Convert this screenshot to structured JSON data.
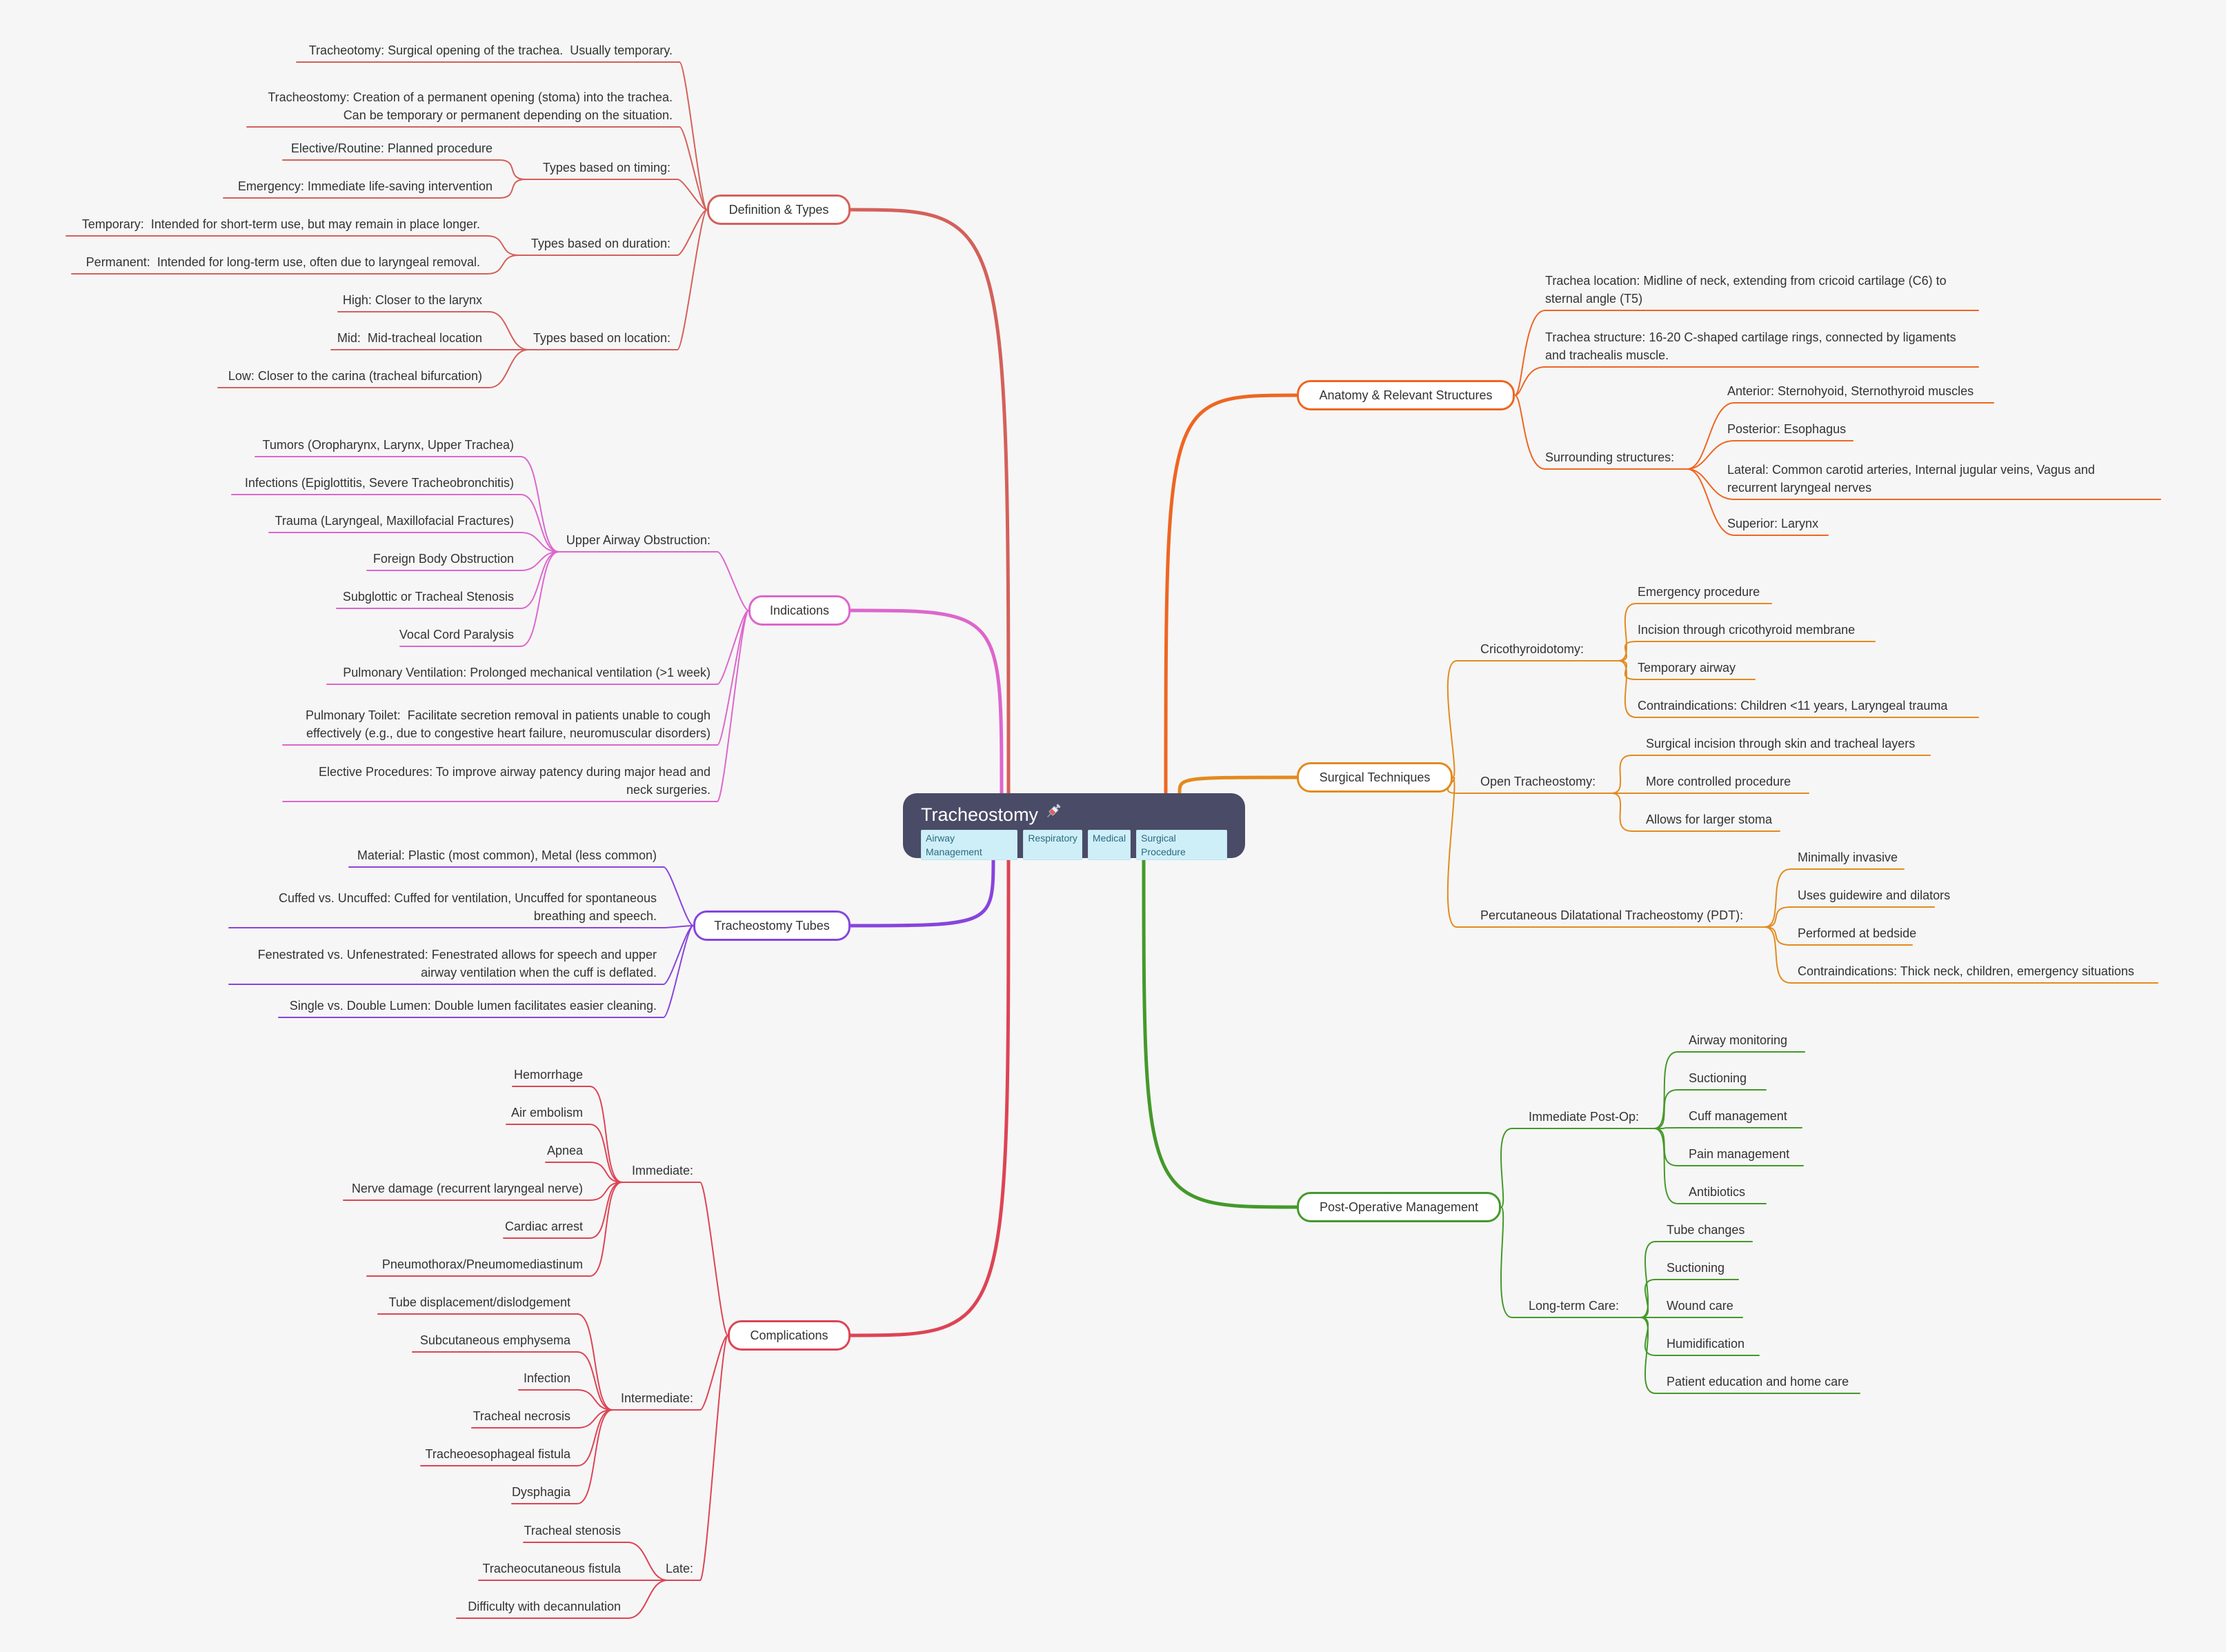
{
  "root": {
    "title": "Tracheostomy",
    "icon": "syringe-icon",
    "tags": [
      "Airway Management",
      "Respiratory",
      "Medical",
      "Surgical Procedure"
    ]
  },
  "branches": [
    {
      "id": "definition",
      "label": "Definition & Types",
      "color": "#d4605a",
      "children": [
        {
          "label": "Tracheotomy: Surgical opening of the trachea.  Usually temporary."
        },
        {
          "label": "Tracheostomy: Creation of a permanent opening (stoma) into the trachea.\nCan be temporary or permanent depending on the situation."
        },
        {
          "label": "Types based on timing:",
          "children": [
            {
              "label": "Elective/Routine: Planned procedure"
            },
            {
              "label": "Emergency: Immediate life-saving intervention"
            }
          ]
        },
        {
          "label": "Types based on duration:",
          "children": [
            {
              "label": "Temporary:  Intended for short-term use, but may remain in place longer."
            },
            {
              "label": "Permanent:  Intended for long-term use, often due to laryngeal removal."
            }
          ]
        },
        {
          "label": "Types based on location:",
          "children": [
            {
              "label": "High: Closer to the larynx"
            },
            {
              "label": "Mid:  Mid-tracheal location"
            },
            {
              "label": "Low: Closer to the carina (tracheal bifurcation)"
            }
          ]
        }
      ]
    },
    {
      "id": "indications",
      "label": "Indications",
      "color": "#dd66cc",
      "children": [
        {
          "label": "Upper Airway Obstruction:",
          "children": [
            {
              "label": "Tumors (Oropharynx, Larynx, Upper Trachea)"
            },
            {
              "label": "Infections (Epiglottitis, Severe Tracheobronchitis)"
            },
            {
              "label": "Trauma (Laryngeal, Maxillofacial Fractures)"
            },
            {
              "label": "Foreign Body Obstruction"
            },
            {
              "label": "Subglottic or Tracheal Stenosis"
            },
            {
              "label": "Vocal Cord Paralysis"
            }
          ]
        },
        {
          "label": "Pulmonary Ventilation: Prolonged mechanical ventilation (>1 week)"
        },
        {
          "label": "Pulmonary Toilet:  Facilitate secretion removal in patients unable to cough\neffectively (e.g., due to congestive heart failure, neuromuscular disorders)"
        },
        {
          "label": "Elective Procedures: To improve airway patency during major head and\nneck surgeries."
        }
      ]
    },
    {
      "id": "tubes",
      "label": "Tracheostomy Tubes",
      "color": "#8844dd",
      "children": [
        {
          "label": "Material: Plastic (most common), Metal (less common)"
        },
        {
          "label": "Cuffed vs. Uncuffed: Cuffed for ventilation, Uncuffed for spontaneous\nbreathing and speech."
        },
        {
          "label": "Fenestrated vs. Unfenestrated: Fenestrated allows for speech and upper\nairway ventilation when the cuff is deflated."
        },
        {
          "label": "Single vs. Double Lumen: Double lumen facilitates easier cleaning."
        }
      ]
    },
    {
      "id": "complications",
      "label": "Complications",
      "color": "#dd4455",
      "children": [
        {
          "label": "Immediate:",
          "children": [
            {
              "label": "Hemorrhage"
            },
            {
              "label": "Air embolism"
            },
            {
              "label": "Apnea"
            },
            {
              "label": "Nerve damage (recurrent laryngeal nerve)"
            },
            {
              "label": "Cardiac arrest"
            },
            {
              "label": "Pneumothorax/Pneumomediastinum"
            }
          ]
        },
        {
          "label": "Intermediate:",
          "children": [
            {
              "label": "Tube displacement/dislodgement"
            },
            {
              "label": "Subcutaneous emphysema"
            },
            {
              "label": "Infection"
            },
            {
              "label": "Tracheal necrosis"
            },
            {
              "label": "Tracheoesophageal fistula"
            },
            {
              "label": "Dysphagia"
            }
          ]
        },
        {
          "label": "Late:",
          "children": [
            {
              "label": "Tracheal stenosis"
            },
            {
              "label": "Tracheocutaneous fistula"
            },
            {
              "label": "Difficulty with decannulation"
            }
          ]
        }
      ]
    },
    {
      "id": "anatomy",
      "label": "Anatomy & Relevant Structures",
      "color": "#ee6622",
      "children": [
        {
          "label": "Trachea location: Midline of neck, extending from cricoid cartilage (C6) to\nsternal angle (T5)"
        },
        {
          "label": "Trachea structure: 16-20 C-shaped cartilage rings, connected by ligaments\nand trachealis muscle."
        },
        {
          "label": "Surrounding structures:",
          "children": [
            {
              "label": "Anterior: Sternohyoid, Sternothyroid muscles"
            },
            {
              "label": "Posterior: Esophagus"
            },
            {
              "label": "Lateral: Common carotid arteries, Internal jugular veins, Vagus and\nrecurrent laryngeal nerves"
            },
            {
              "label": "Superior: Larynx"
            }
          ]
        }
      ]
    },
    {
      "id": "techniques",
      "label": "Surgical Techniques",
      "color": "#e38a1e",
      "children": [
        {
          "label": "Cricothyroidotomy:",
          "children": [
            {
              "label": "Emergency procedure"
            },
            {
              "label": "Incision through cricothyroid membrane"
            },
            {
              "label": "Temporary airway"
            },
            {
              "label": "Contraindications: Children <11 years, Laryngeal trauma"
            }
          ]
        },
        {
          "label": "Open Tracheostomy:",
          "children": [
            {
              "label": "Surgical incision through skin and tracheal layers"
            },
            {
              "label": "More controlled procedure"
            },
            {
              "label": "Allows for larger stoma"
            }
          ]
        },
        {
          "label": "Percutaneous Dilatational Tracheostomy (PDT):",
          "children": [
            {
              "label": "Minimally invasive"
            },
            {
              "label": "Uses guidewire and dilators"
            },
            {
              "label": "Performed at bedside"
            },
            {
              "label": "Contraindications: Thick neck, children, emergency situations"
            }
          ]
        }
      ]
    },
    {
      "id": "postop",
      "label": "Post-Operative Management",
      "color": "#44992a",
      "children": [
        {
          "label": "Immediate Post-Op:",
          "children": [
            {
              "label": "Airway monitoring"
            },
            {
              "label": "Suctioning"
            },
            {
              "label": "Cuff management"
            },
            {
              "label": "Pain management"
            },
            {
              "label": "Antibiotics"
            }
          ]
        },
        {
          "label": "Long-term Care:",
          "children": [
            {
              "label": "Tube changes"
            },
            {
              "label": "Suctioning"
            },
            {
              "label": "Wound care"
            },
            {
              "label": "Humidification"
            },
            {
              "label": "Patient education and home care"
            }
          ]
        }
      ]
    }
  ]
}
